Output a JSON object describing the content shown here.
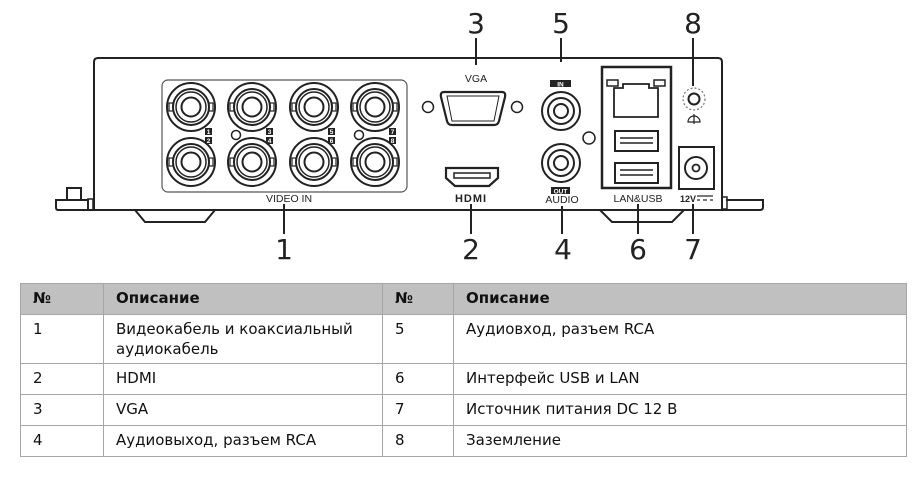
{
  "diagram": {
    "title": "DVR rear panel",
    "port_labels": {
      "video_in": "VIDEO IN",
      "vga": "VGA",
      "hdmi": "HDMI",
      "audio": "AUDIO",
      "audio_in": "IN",
      "audio_out": "OUT",
      "lan_usb": "LAN&USB",
      "power": "12V"
    },
    "bnc_channel_numbers": [
      "1",
      "2",
      "3",
      "4",
      "5",
      "6",
      "7",
      "8"
    ],
    "callouts": [
      "1",
      "2",
      "3",
      "4",
      "5",
      "6",
      "7",
      "8"
    ]
  },
  "table": {
    "headers": [
      "№",
      "Описание",
      "№",
      "Описание"
    ],
    "rows": [
      {
        "left_num": "1",
        "left_desc": "Видеокабель и коаксиальный аудиокабель",
        "right_num": "5",
        "right_desc": "Аудиовход, разъем RCA"
      },
      {
        "left_num": "2",
        "left_desc": "HDMI",
        "right_num": "6",
        "right_desc": "Интерфейс USB и LAN"
      },
      {
        "left_num": "3",
        "left_desc": "VGA",
        "right_num": "7",
        "right_desc": "Источник питания DC 12 В"
      },
      {
        "left_num": "4",
        "left_desc": "Аудиовыход, разъем RCA",
        "right_num": "8",
        "right_desc": "Заземление"
      }
    ],
    "header_bg": "#c0c0c0",
    "border_color": "#a6a6a6"
  }
}
